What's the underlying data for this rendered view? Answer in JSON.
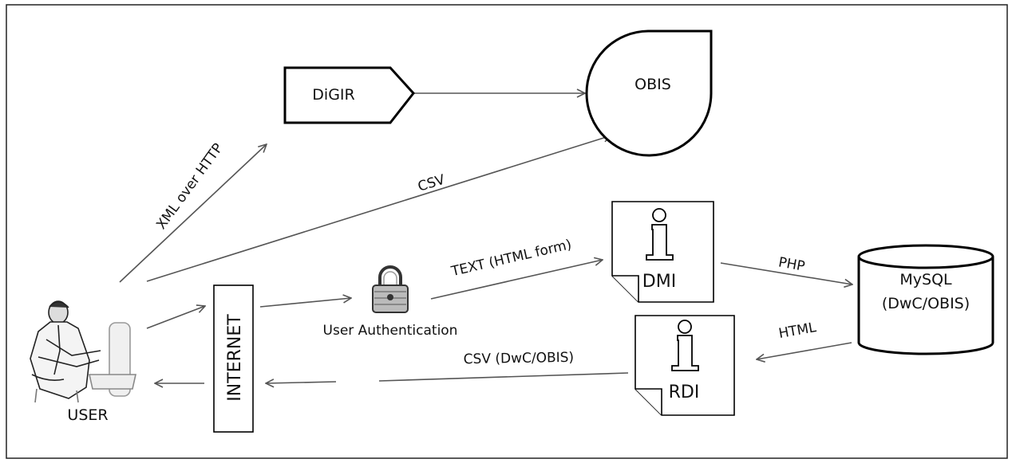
{
  "nodes": {
    "digir": "DiGIR",
    "obis": "OBIS",
    "dmi": "DMI",
    "rdi": "RDI",
    "mysql_line1": "MySQL",
    "mysql_line2": "(DwC/OBIS)",
    "internet": "INTERNET",
    "user": "USER",
    "user_auth": "User Authentication",
    "info_glyph": "i"
  },
  "edges": {
    "xml_over_http": "XML over HTTP",
    "csv": "CSV",
    "text_html_form": "TEXT (HTML form)",
    "php": "PHP",
    "html": "HTML",
    "csv_dwc_obis": "CSV (DwC/OBIS)"
  },
  "icons": [
    "user-icon",
    "lock-icon",
    "info-document-icon",
    "database-icon"
  ]
}
